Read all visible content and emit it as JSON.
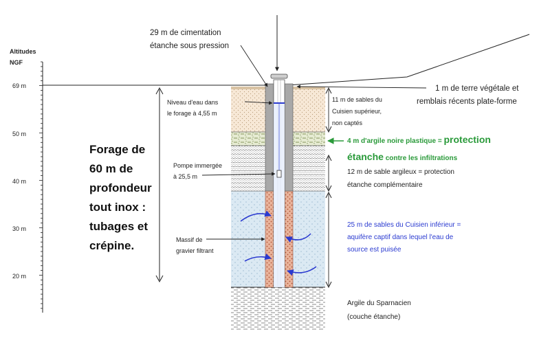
{
  "axis": {
    "title_line1": "Altitudes",
    "title_line2": "NGF",
    "ticks": [
      "69 m",
      "50 m",
      "40 m",
      "30 m",
      "20 m"
    ]
  },
  "main_text": [
    "Forage de",
    "60 m de",
    "profondeur",
    "tout inox :",
    "tubages et",
    "crépine."
  ],
  "cementation": [
    "29 m de cimentation",
    "étanche sous pression"
  ],
  "water_level": [
    "Niveau d'eau dans",
    "le forage à 4,55  m"
  ],
  "pump": [
    "Pompe immergée",
    "à 25,5 m"
  ],
  "gravel": [
    "Massif de",
    "gravier filtrant"
  ],
  "layers": {
    "topsoil": [
      "1 m de terre végétale et",
      "remblais récents plate-forme"
    ],
    "upper_sand": [
      "11 m de sables du",
      "Cuisien supérieur,",
      "non captés"
    ],
    "clay": {
      "part1": "4 m d'argile noire plastique = ",
      "part2": "protection",
      "part3": "étanche",
      "part4": " contre les infiltrations"
    },
    "clayey_sand": [
      "12 m de sable argileux = protection",
      "étanche complémentaire"
    ],
    "aquifer": [
      "25 m de sables du Cuisien inférieur =",
      "aquifère captif dans lequel l'eau de",
      "source est puisée"
    ],
    "sparnacian": [
      "Argile du Sparnacien",
      "(couche étanche)"
    ]
  },
  "colors": {
    "accent_green": "#2a9a3a",
    "accent_blue": "#2a3ad0",
    "aquifer_fill": "#dbe9f3",
    "upper_sand_fill": "#f7e8d6",
    "gravel_fill": "#e9b39b",
    "casing": "#a8a8a8"
  }
}
